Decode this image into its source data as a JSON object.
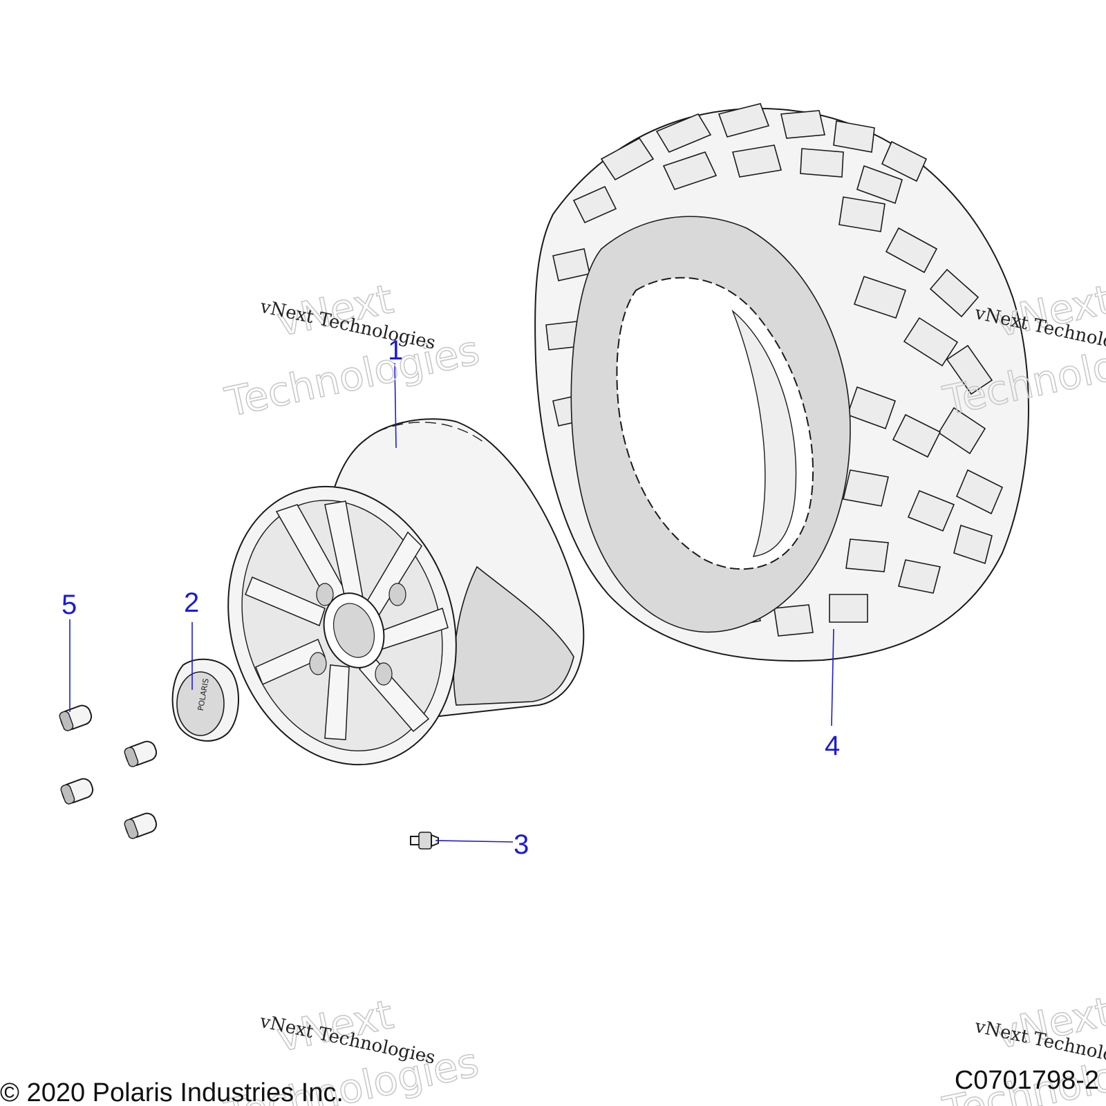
{
  "callouts": [
    {
      "id": "1",
      "label": "1"
    },
    {
      "id": "2",
      "label": "2"
    },
    {
      "id": "3",
      "label": "3"
    },
    {
      "id": "4",
      "label": "4"
    },
    {
      "id": "5",
      "label": "5"
    }
  ],
  "watermark": {
    "brand_line1": "vNext",
    "brand_line2": "Technologies",
    "brand_full": "vNext Technologies"
  },
  "footer": {
    "copyright": "© 2020 Polaris Industries Inc.",
    "drawing_code": "C0701798-2"
  },
  "colors": {
    "callout": "#1a1adb",
    "line": "#1a1a1a",
    "fill": "#f4f4f4"
  }
}
